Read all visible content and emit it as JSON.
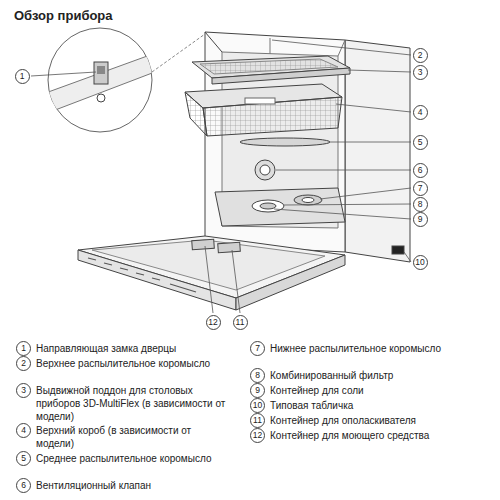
{
  "diagram": {
    "title": "Обзор прибора",
    "labels": [
      "1",
      "2",
      "3",
      "4",
      "5",
      "6",
      "7",
      "8",
      "9",
      "10",
      "11",
      "12",
      "1",
      "Направляющая замка дверцы",
      "2",
      "Верхнее распылительное коромысло",
      "3",
      "Выдвижной поддон для столовых приборов 3D-MultiFlex (в зависимости от модели)",
      "4",
      "Верхний короб (в зависимости от модели)",
      "5",
      "Среднее распылительное коромысло",
      "6",
      "Вентиляционный клапан",
      "7",
      "Нижнее распылительное коромысло",
      "8",
      "Комбинированный фильтр",
      "9",
      "Контейнер для соли",
      "10",
      "Типовая табличка",
      "11",
      "Контейнер для ополаскивателя",
      "12",
      "Контейнер для моющего средства"
    ]
  }
}
